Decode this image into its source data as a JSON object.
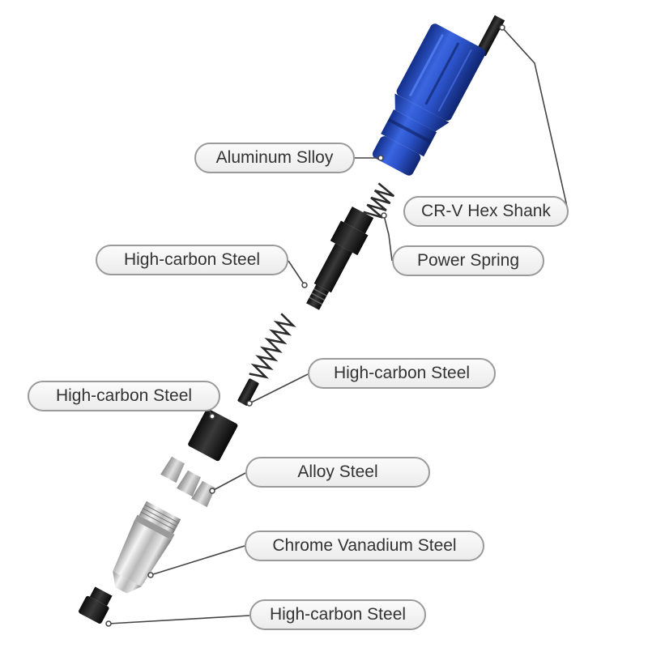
{
  "colors": {
    "aluminum_body": "#2b52c8",
    "steel_black": "#1c1c1c",
    "chrome": "#c9c9c9",
    "leader_line": "#444444",
    "label_border": "#9a9a9a"
  },
  "parts": [
    {
      "id": "aluminum",
      "label": "Aluminum Slloy"
    },
    {
      "id": "crv",
      "label": "CR-V Hex Shank"
    },
    {
      "id": "hc1",
      "label": "High-carbon Steel"
    },
    {
      "id": "spring",
      "label": "Power Spring"
    },
    {
      "id": "hc2",
      "label": "High-carbon Steel"
    },
    {
      "id": "hc3",
      "label": "High-carbon Steel"
    },
    {
      "id": "alloy",
      "label": "Alloy Steel"
    },
    {
      "id": "chrome",
      "label": "Chrome Vanadium Steel"
    },
    {
      "id": "hc4",
      "label": "High-carbon Steel"
    }
  ]
}
